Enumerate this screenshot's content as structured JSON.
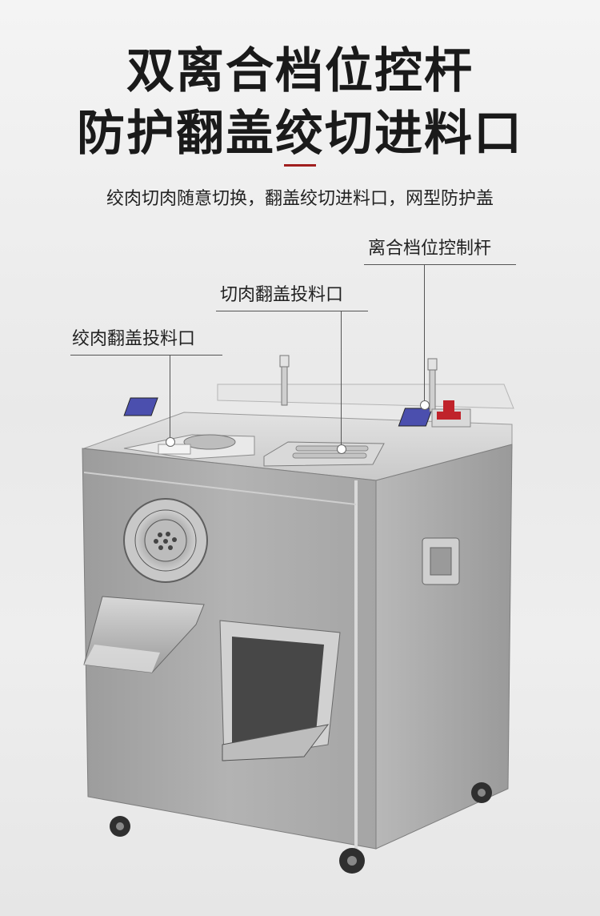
{
  "header": {
    "title_line1": "双离合档位控杆",
    "title_line2": "防护翻盖绞切进料口",
    "subtitle": "绞肉切肉随意切换，翻盖绞切进料口，网型防护盖",
    "accent_color": "#a01e1e"
  },
  "callouts": {
    "clutch_lever": "离合档位控制杆",
    "slicing_inlet": "切肉翻盖投料口",
    "mincing_inlet": "绞肉翻盖投料口"
  },
  "icons": [
    "grinder-plate-icon",
    "handle-icon",
    "lever-icon",
    "caster-wheel-icon"
  ]
}
